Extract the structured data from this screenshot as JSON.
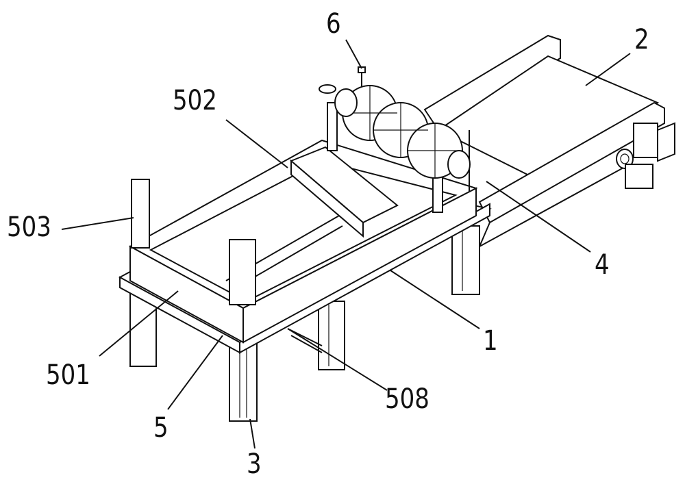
{
  "figure": {
    "labels": {
      "l6": "6",
      "l2": "2",
      "l502": "502",
      "l503": "503",
      "l4": "4",
      "l1": "1",
      "l501": "501",
      "l508": "508",
      "l5": "5",
      "l3": "3"
    }
  }
}
